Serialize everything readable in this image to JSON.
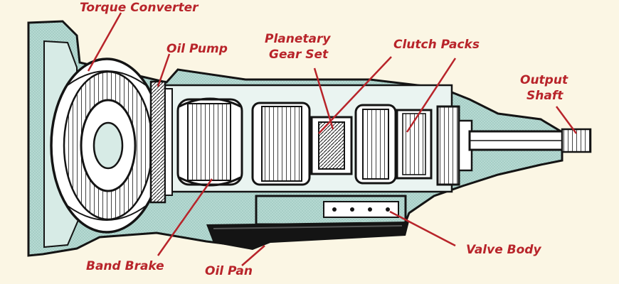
{
  "labels": {
    "torque_converter": "Torque Converter",
    "oil_pump": "Oil Pump",
    "planetary_line1": "Planetary",
    "planetary_line2": "Gear Set",
    "clutch_packs": "Clutch Packs",
    "output_line1": "Output",
    "output_line2": "Shaft",
    "band_brake": "Band Brake",
    "oil_pan": "Oil Pan",
    "valve_body": "Valve Body"
  },
  "colors": {
    "background": "#fbf6e4",
    "housing_fill": "#b6d9d2",
    "ink": "#141414",
    "label": "#b8242a",
    "metal_light": "#ffffff"
  }
}
